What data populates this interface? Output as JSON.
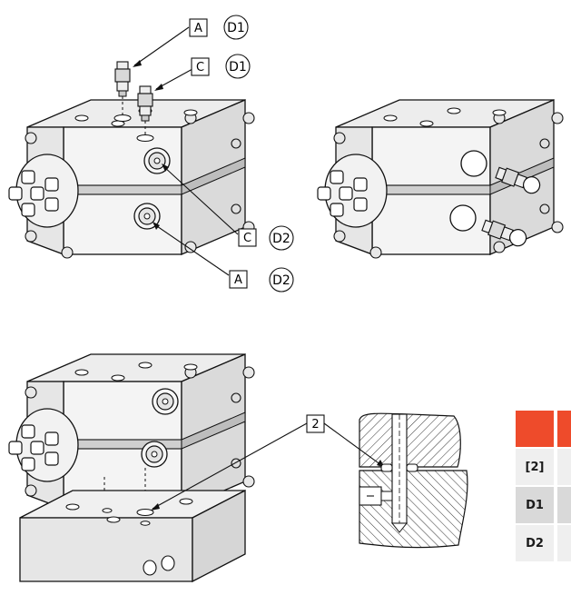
{
  "callouts": {
    "top_a_box": "A",
    "top_a_circle": "D1",
    "top_c_box": "C",
    "top_c_circle": "D1",
    "mid_c_box": "C",
    "mid_c_circle": "D2",
    "mid_a_box": "A",
    "mid_a_circle": "D2",
    "bottom_box": "2"
  },
  "legend": {
    "rows": [
      {
        "key": "[2]"
      },
      {
        "key": "D1"
      },
      {
        "key": "D2"
      }
    ],
    "header_color": "#ee4b2b"
  }
}
